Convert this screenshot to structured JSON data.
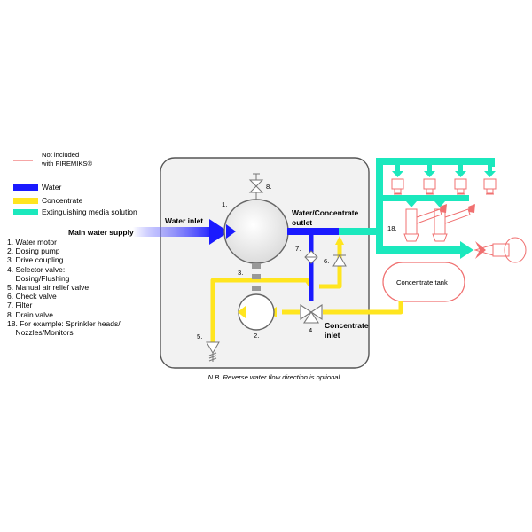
{
  "legend": {
    "not_included_line1": "Not included",
    "not_included_line2": "with FIREMIKS®",
    "water": "Water",
    "concentrate": "Concentrate",
    "extinguishing": "Extinguishing media solution",
    "colors": {
      "water": "#1a1aff",
      "concentrate": "#ffe51f",
      "extinguishing": "#1be8bd",
      "not_included": "#f07070",
      "housing": "#f2f2f2"
    }
  },
  "main_supply": "Main water supply",
  "parts": [
    "1. Water motor",
    "2. Dosing pump",
    "3. Drive coupling",
    "4. Selector valve:",
    "    Dosing/Flushing",
    "5. Manual air relief valve",
    "6. Check valve",
    "7. Filter",
    "8. Drain valve",
    "18. For example: Sprinkler heads/",
    "    Nozzles/Monitors"
  ],
  "labels": {
    "water_inlet": "Water inlet",
    "outlet_line1": "Water/Concentrate",
    "outlet_line2": "outlet",
    "concentrate_inlet_line1": "Concentrate",
    "concentrate_inlet_line2": "inlet",
    "concentrate_tank": "Concentrate tank",
    "n1": "1.",
    "n2": "2.",
    "n3": "3.",
    "n4": "4.",
    "n5": "5.",
    "n6": "6.",
    "n7": "7.",
    "n8": "8.",
    "n18": "18."
  },
  "footnote": "N.B. Reverse water flow direction is optional."
}
